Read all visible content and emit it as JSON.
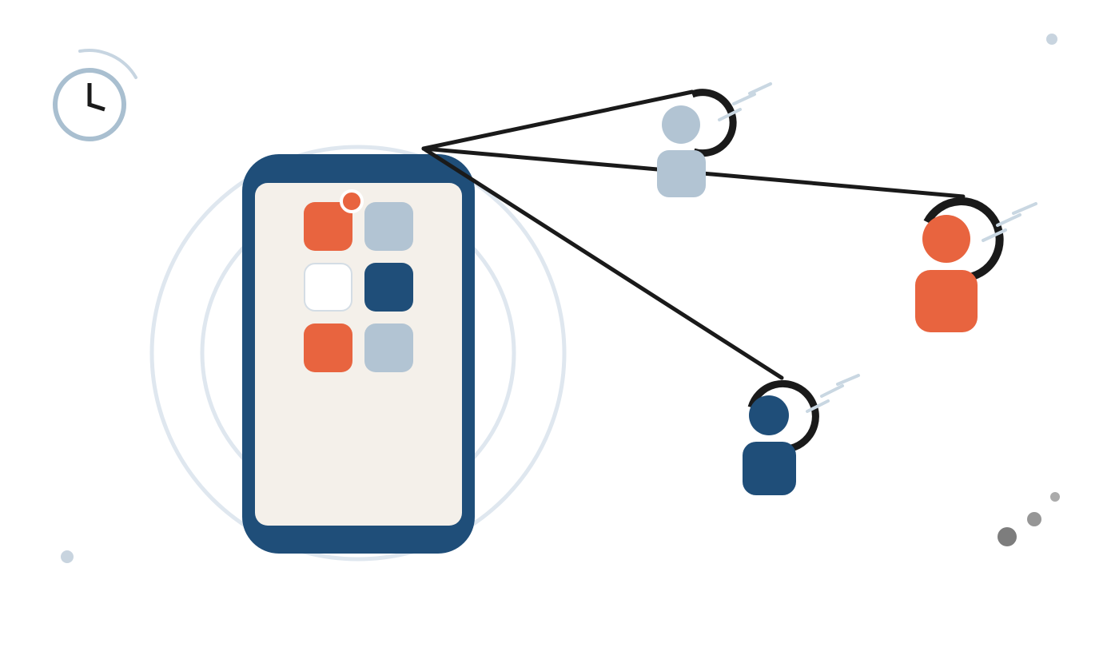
{
  "colors": {
    "navy": "#1f4e79",
    "orange": "#e8643f",
    "slate": "#b2c4d3",
    "screen": "#f4f0ea",
    "ring": "#dfe7ef",
    "ink": "#1a1a1a",
    "clock": "#a9bfd0",
    "dot_gray": "#8a8a8a"
  },
  "scene": {
    "phone": {
      "apps": [
        {
          "color": "orange",
          "badge": true
        },
        {
          "color": "slate",
          "badge": false
        },
        {
          "color": "white",
          "badge": false
        },
        {
          "color": "navy",
          "badge": false
        },
        {
          "color": "orange",
          "badge": false
        },
        {
          "color": "slate",
          "badge": false
        }
      ]
    },
    "users": [
      {
        "name": "user-gray",
        "color": "slate"
      },
      {
        "name": "user-orange",
        "color": "orange"
      },
      {
        "name": "user-navy",
        "color": "navy"
      }
    ],
    "icons": [
      "clock-icon",
      "phone-icon",
      "app-icon",
      "notification-badge-icon",
      "user-avatar-icon",
      "signal-ring-icon"
    ]
  }
}
